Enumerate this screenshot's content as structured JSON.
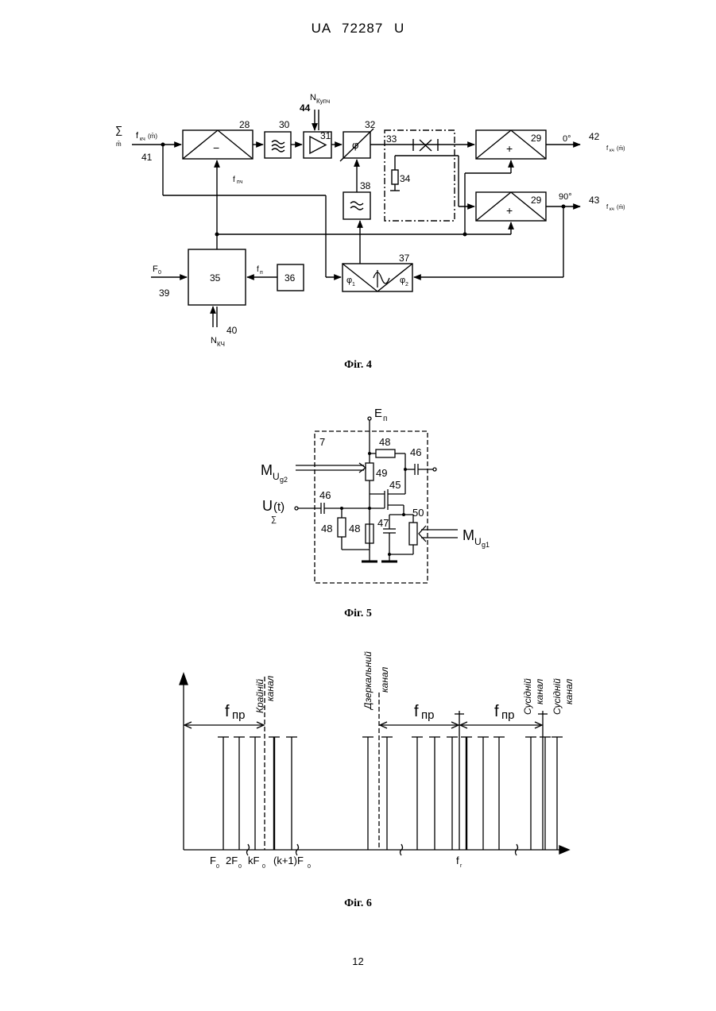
{
  "header": "UA 72287 U",
  "page_number": "12",
  "fig4": {
    "caption": "Фіг. 4",
    "labels": {
      "input_sum": "∑",
      "input_sub": "m̄",
      "input_f": "f",
      "input_fsub": "кч",
      "input_m": "(m̄)",
      "n41": "41",
      "n28": "28",
      "n30": "30",
      "n31": "31",
      "n32": "32",
      "n33": "33",
      "n34": "34",
      "n29a": "29",
      "n29b": "29",
      "n38": "38",
      "n37": "37",
      "n35": "35",
      "n36": "36",
      "n39": "39",
      "n40": "40",
      "n44": "44",
      "n42": "42",
      "n43": "43",
      "nkupch": "N",
      "nkupch_sub": "Купч",
      "nkch": "N",
      "nkch_sub": "КЧ",
      "fpch": "f",
      "fpch_sub": "пч",
      "f0": "F",
      "f0_sub": "0",
      "fp": "f",
      "fp_sub": "п",
      "deg0": "0°",
      "deg90": "90°",
      "out_f": "f",
      "out_sub": "кч",
      "out_m": "(m̄)",
      "minus": "−",
      "plus": "+",
      "phi": "φ",
      "phi1": "φ",
      "phi1_sub": "1",
      "phi2": "φ",
      "phi2_sub": "2"
    }
  },
  "fig5": {
    "caption": "Фіг. 5",
    "labels": {
      "en": "E",
      "en_sub": "п",
      "n7": "7",
      "n48a": "48",
      "n46a": "46",
      "n49": "49",
      "n45": "45",
      "n46b": "46",
      "n48b": "48",
      "n48c": "48",
      "n47": "47",
      "n50": "50",
      "mug2": "M",
      "mug2_sub": "U",
      "mug2_sub2": "g2",
      "mug1": "M",
      "mug1_sub": "U",
      "mug1_sub2": "g1",
      "u": "U",
      "u_t": "(t)",
      "u_sub": "∑"
    }
  },
  "fig6": {
    "caption": "Фіг. 6",
    "labels": {
      "fpr1": "f",
      "fpr1_sub": "пр",
      "fpr2": "f",
      "fpr2_sub": "пр",
      "fpr3": "f",
      "fpr3_sub": "пр",
      "krainiy": "Крайній",
      "kanal1": "канал",
      "dzerkalnyi": "Дзеркальний",
      "kanal2": "канал",
      "susidniy1": "Сусідній",
      "kanal3": "канал",
      "susidniy2": "Сусідній",
      "kanal4": "канал",
      "F0": "F",
      "F0_sub": "0",
      "twoF0": "2F",
      "twoF0_sub": "0",
      "kF0": "kF",
      "kF0_sub": "0",
      "k1F0": "(k+1)F",
      "k1F0_sub": "0",
      "fr": "f",
      "fr_sub": "r"
    }
  }
}
